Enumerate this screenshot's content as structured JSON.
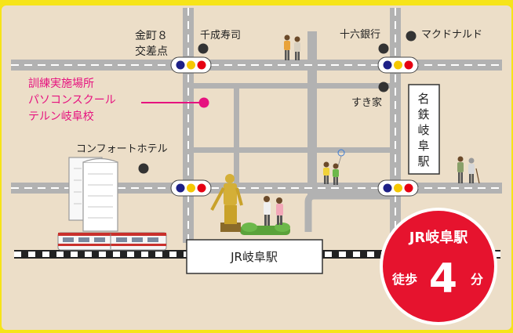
{
  "colors": {
    "frame": "#f6e419",
    "paper": "#ecdec8",
    "road": "#b2b2b2",
    "road_dash": "#ffffff",
    "rail_dark": "#222222",
    "marker": "#e6127f",
    "badge": "#e6132e",
    "signal_blue": "#1d2087",
    "signal_yellow": "#f5c800",
    "signal_red": "#e60012"
  },
  "labels": {
    "kanemachi": [
      "金町８",
      "交差点"
    ],
    "sensei_sushi": "千成寿司",
    "juroku_bank": "十六銀行",
    "mcdonalds": "マクドナルド",
    "sukiya": "すき家",
    "comfort_hotel": "コンフォートホテル",
    "meitetsu_gifu": [
      "名",
      "鉄",
      "岐",
      "阜",
      "駅"
    ],
    "jr_gifu_station": "JR岐阜駅"
  },
  "destination": {
    "lines": [
      "訓練実施場所",
      "パソコンスクール",
      "テルン岐阜校"
    ]
  },
  "badge": {
    "station": "JR岐阜駅",
    "walk": "徒歩",
    "minutes": "4",
    "unit": "分"
  },
  "icons": {
    "landmark_dot": "landmark-dot-icon",
    "traffic_signal": "traffic-signal-icon",
    "destination_marker": "destination-marker-icon",
    "train": "train-icon",
    "statue": "statue-icon",
    "building": "building-icon",
    "people": "pedestrian-icon"
  }
}
